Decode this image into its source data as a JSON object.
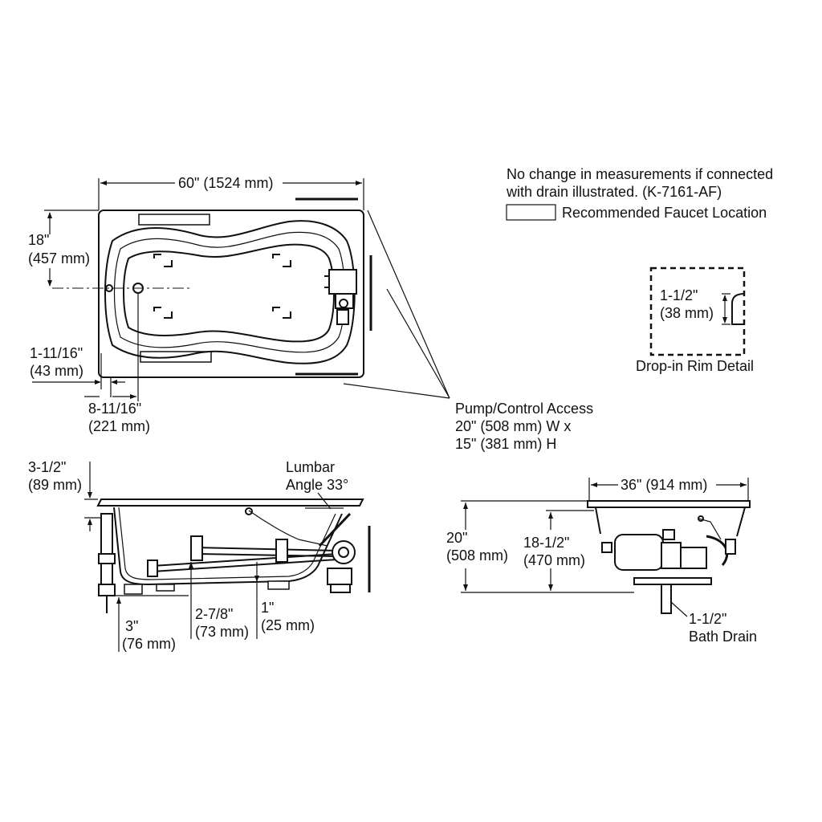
{
  "notes": {
    "line1": "No change in measurements if connected",
    "line2": "with drain illustrated. (K-7161-AF)",
    "legend": "Recommended Faucet Location"
  },
  "top_view": {
    "width_dim": "60\" (1524 mm)",
    "depth_dim_line1": "18\"",
    "depth_dim_line2": "(457 mm)",
    "left_edge_line1": "1-11/16\"",
    "left_edge_line2": "(43 mm)",
    "drain_offset_line1": "8-11/16\"",
    "drain_offset_line2": "(221 mm)",
    "pump_line1": "Pump/Control Access",
    "pump_line2": "20\" (508 mm) W x",
    "pump_line3": "15\" (381 mm) H"
  },
  "rim_detail": {
    "dim_line1": "1-1/2\"",
    "dim_line2": "(38 mm)",
    "caption": "Drop-in Rim Detail"
  },
  "side_view": {
    "rim_line1": "3-1/2\"",
    "rim_line2": "(89 mm)",
    "lumbar_line1": "Lumbar",
    "lumbar_line2": "Angle 33°",
    "foot_line1": "3\"",
    "foot_line2": "(76 mm)",
    "mid_line1": "2-7/8\"",
    "mid_line2": "(73 mm)",
    "low_line1": "1\"",
    "low_line2": "(25 mm)"
  },
  "end_view": {
    "width_dim": "36\" (914 mm)",
    "height_line1": "20\"",
    "height_line2": "(508 mm)",
    "inner_line1": "18-1/2\"",
    "inner_line2": "(470 mm)",
    "drain_line1": "1-1/2\"",
    "drain_line2": "Bath Drain"
  }
}
